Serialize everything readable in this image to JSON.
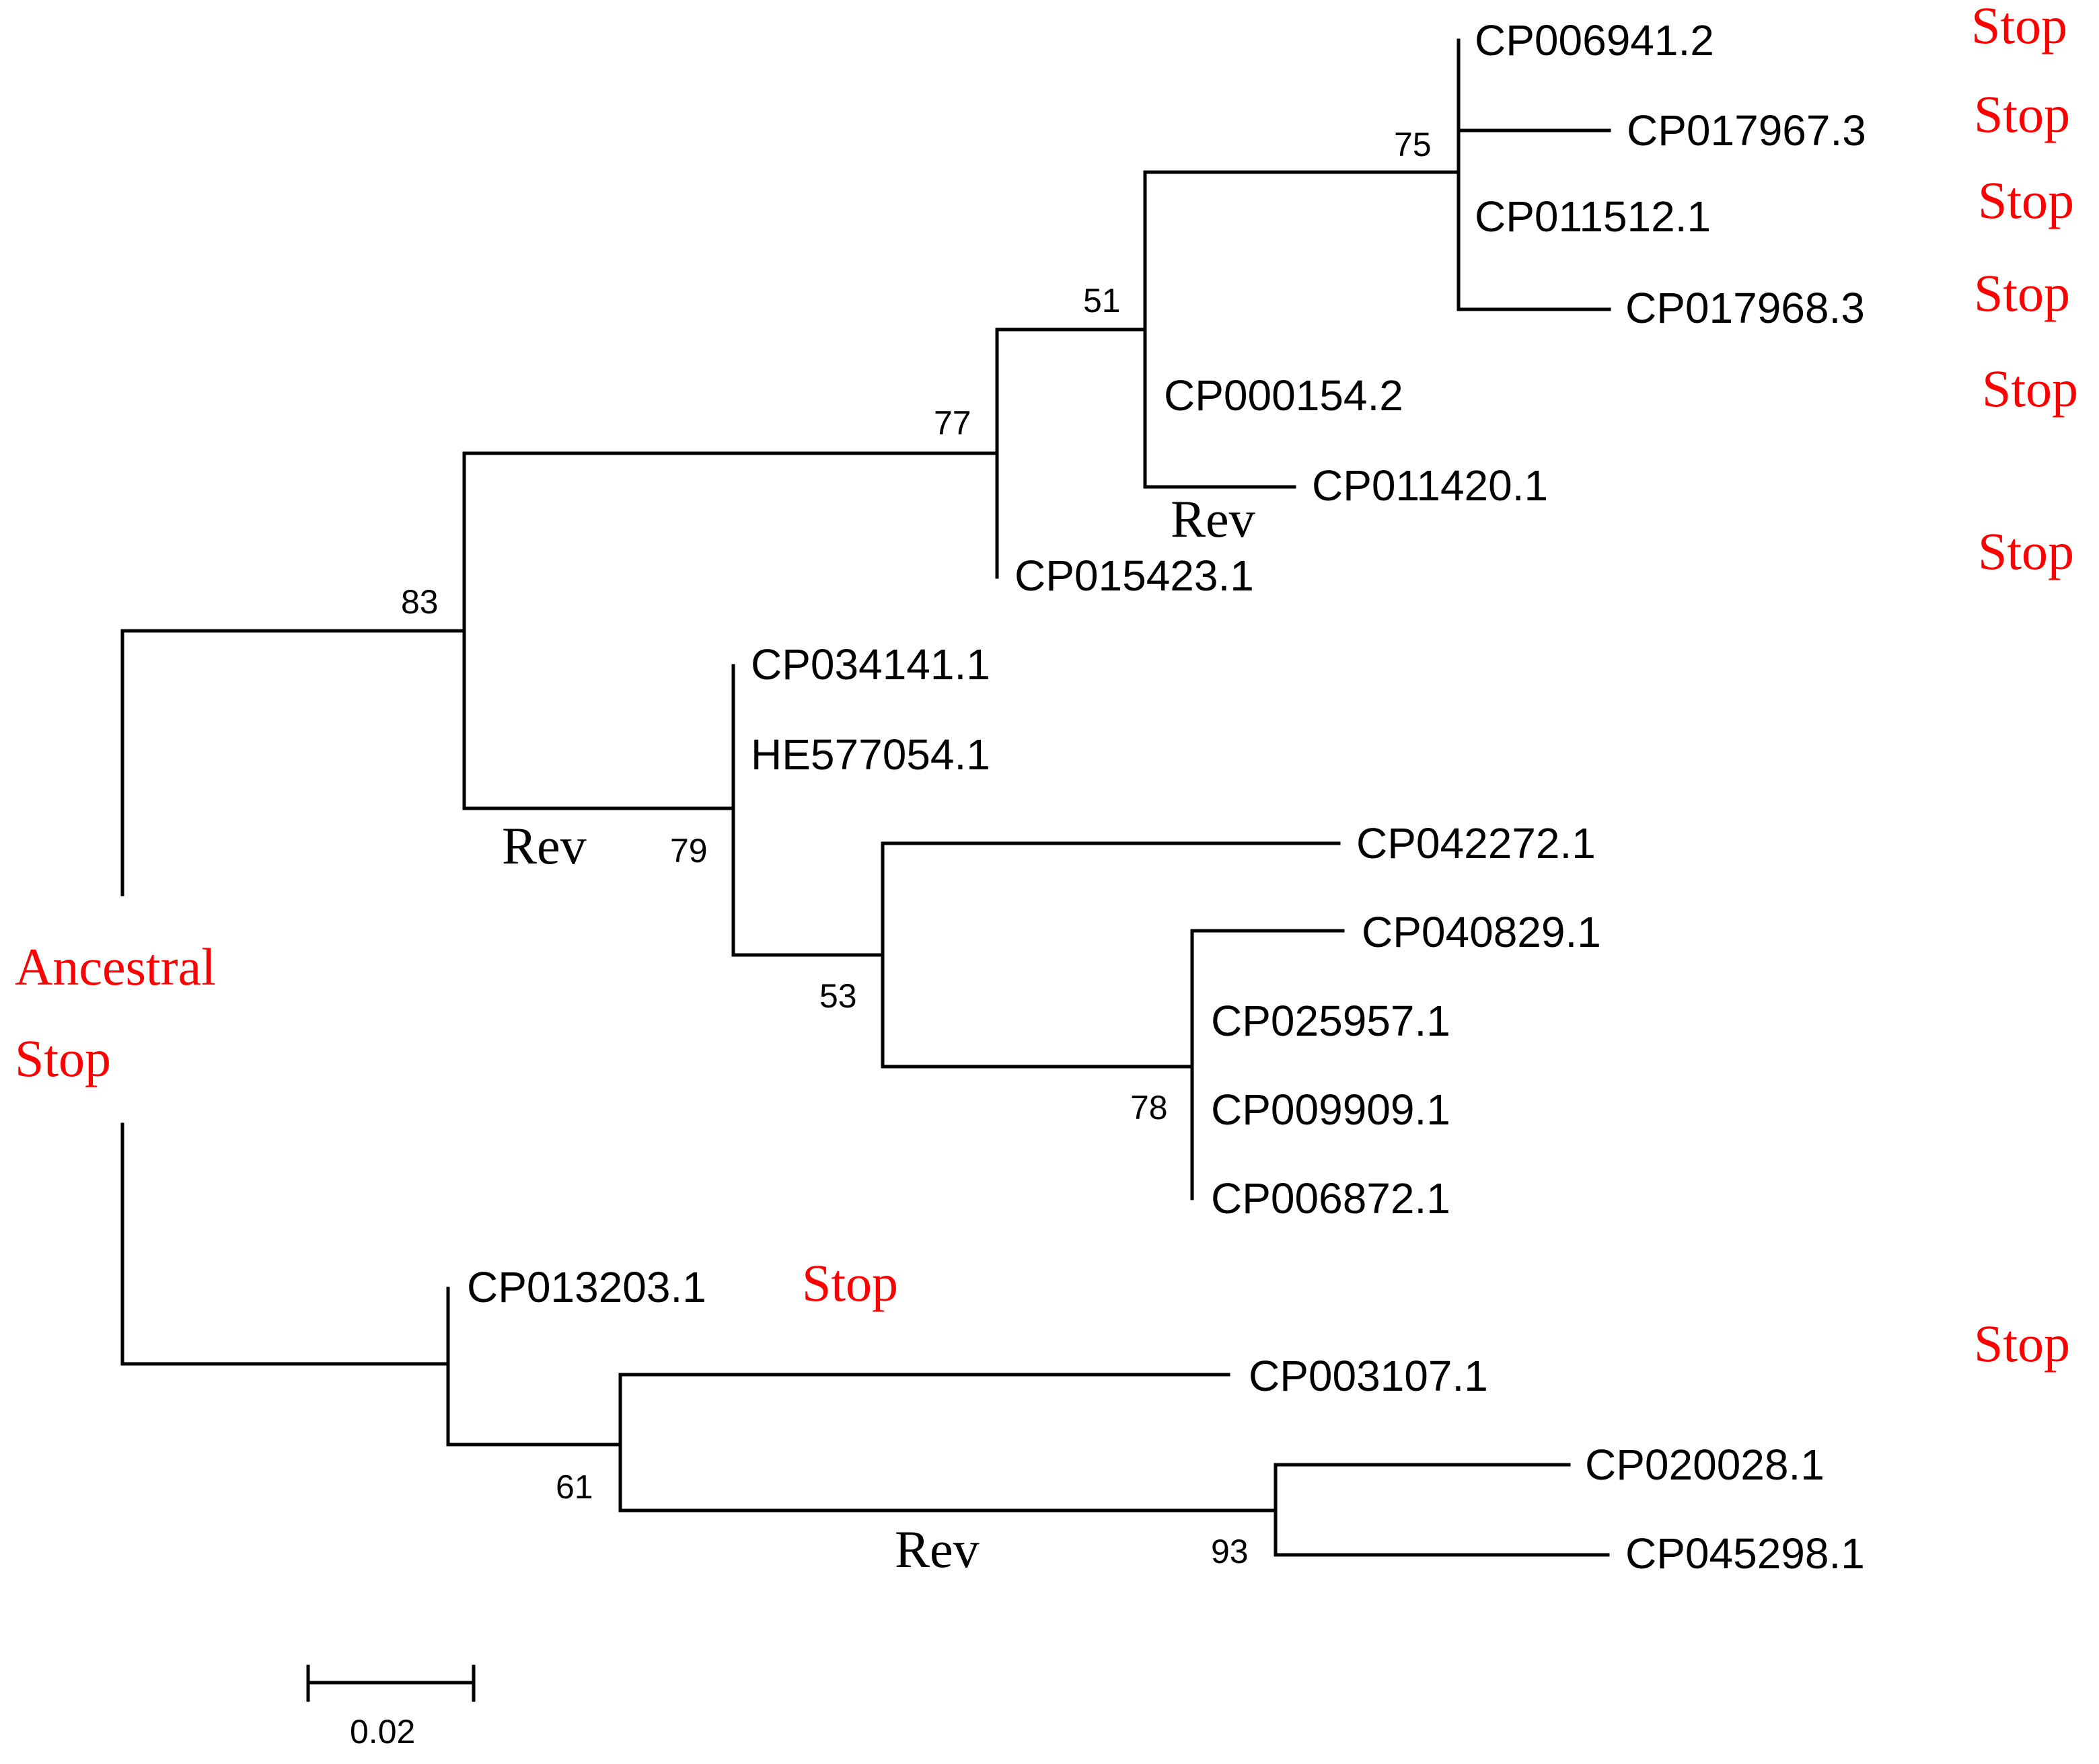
{
  "tree": {
    "leaves": [
      "CP006941.2",
      "CP017967.3",
      "CP011512.1",
      "CP017968.3",
      "CP000154.2",
      "CP011420.1",
      "CP015423.1",
      "CP034141.1",
      "HE577054.1",
      "CP042272.1",
      "CP040829.1",
      "CP025957.1",
      "CP009909.1",
      "CP006872.1",
      "CP013203.1",
      "CP003107.1",
      "CP020028.1",
      "CP045298.1"
    ],
    "bootstrap": [
      "75",
      "51",
      "77",
      "83",
      "79",
      "53",
      "78",
      "61",
      "93"
    ],
    "rev_label": "Rev",
    "stop_label": "Stop",
    "ancestral_label_line1": "Ancestral",
    "ancestral_label_line2": "Stop",
    "scale_label": "0.02"
  },
  "colors": {
    "branch": "#000000",
    "annotation_red": "#ff0000"
  }
}
